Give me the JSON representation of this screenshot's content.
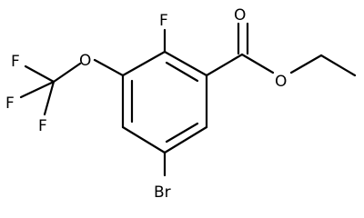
{
  "molecule": {
    "atoms": {
      "f_ring": "F",
      "o_carbonyl": "O",
      "o_ester": "O",
      "o_ether": "O",
      "f_cf3_top": "F",
      "f_cf3_left": "F",
      "f_cf3_bottom": "F",
      "br": "Br"
    }
  },
  "colors": {
    "bond": "#000000",
    "label": "#000000",
    "background": "#ffffff"
  }
}
